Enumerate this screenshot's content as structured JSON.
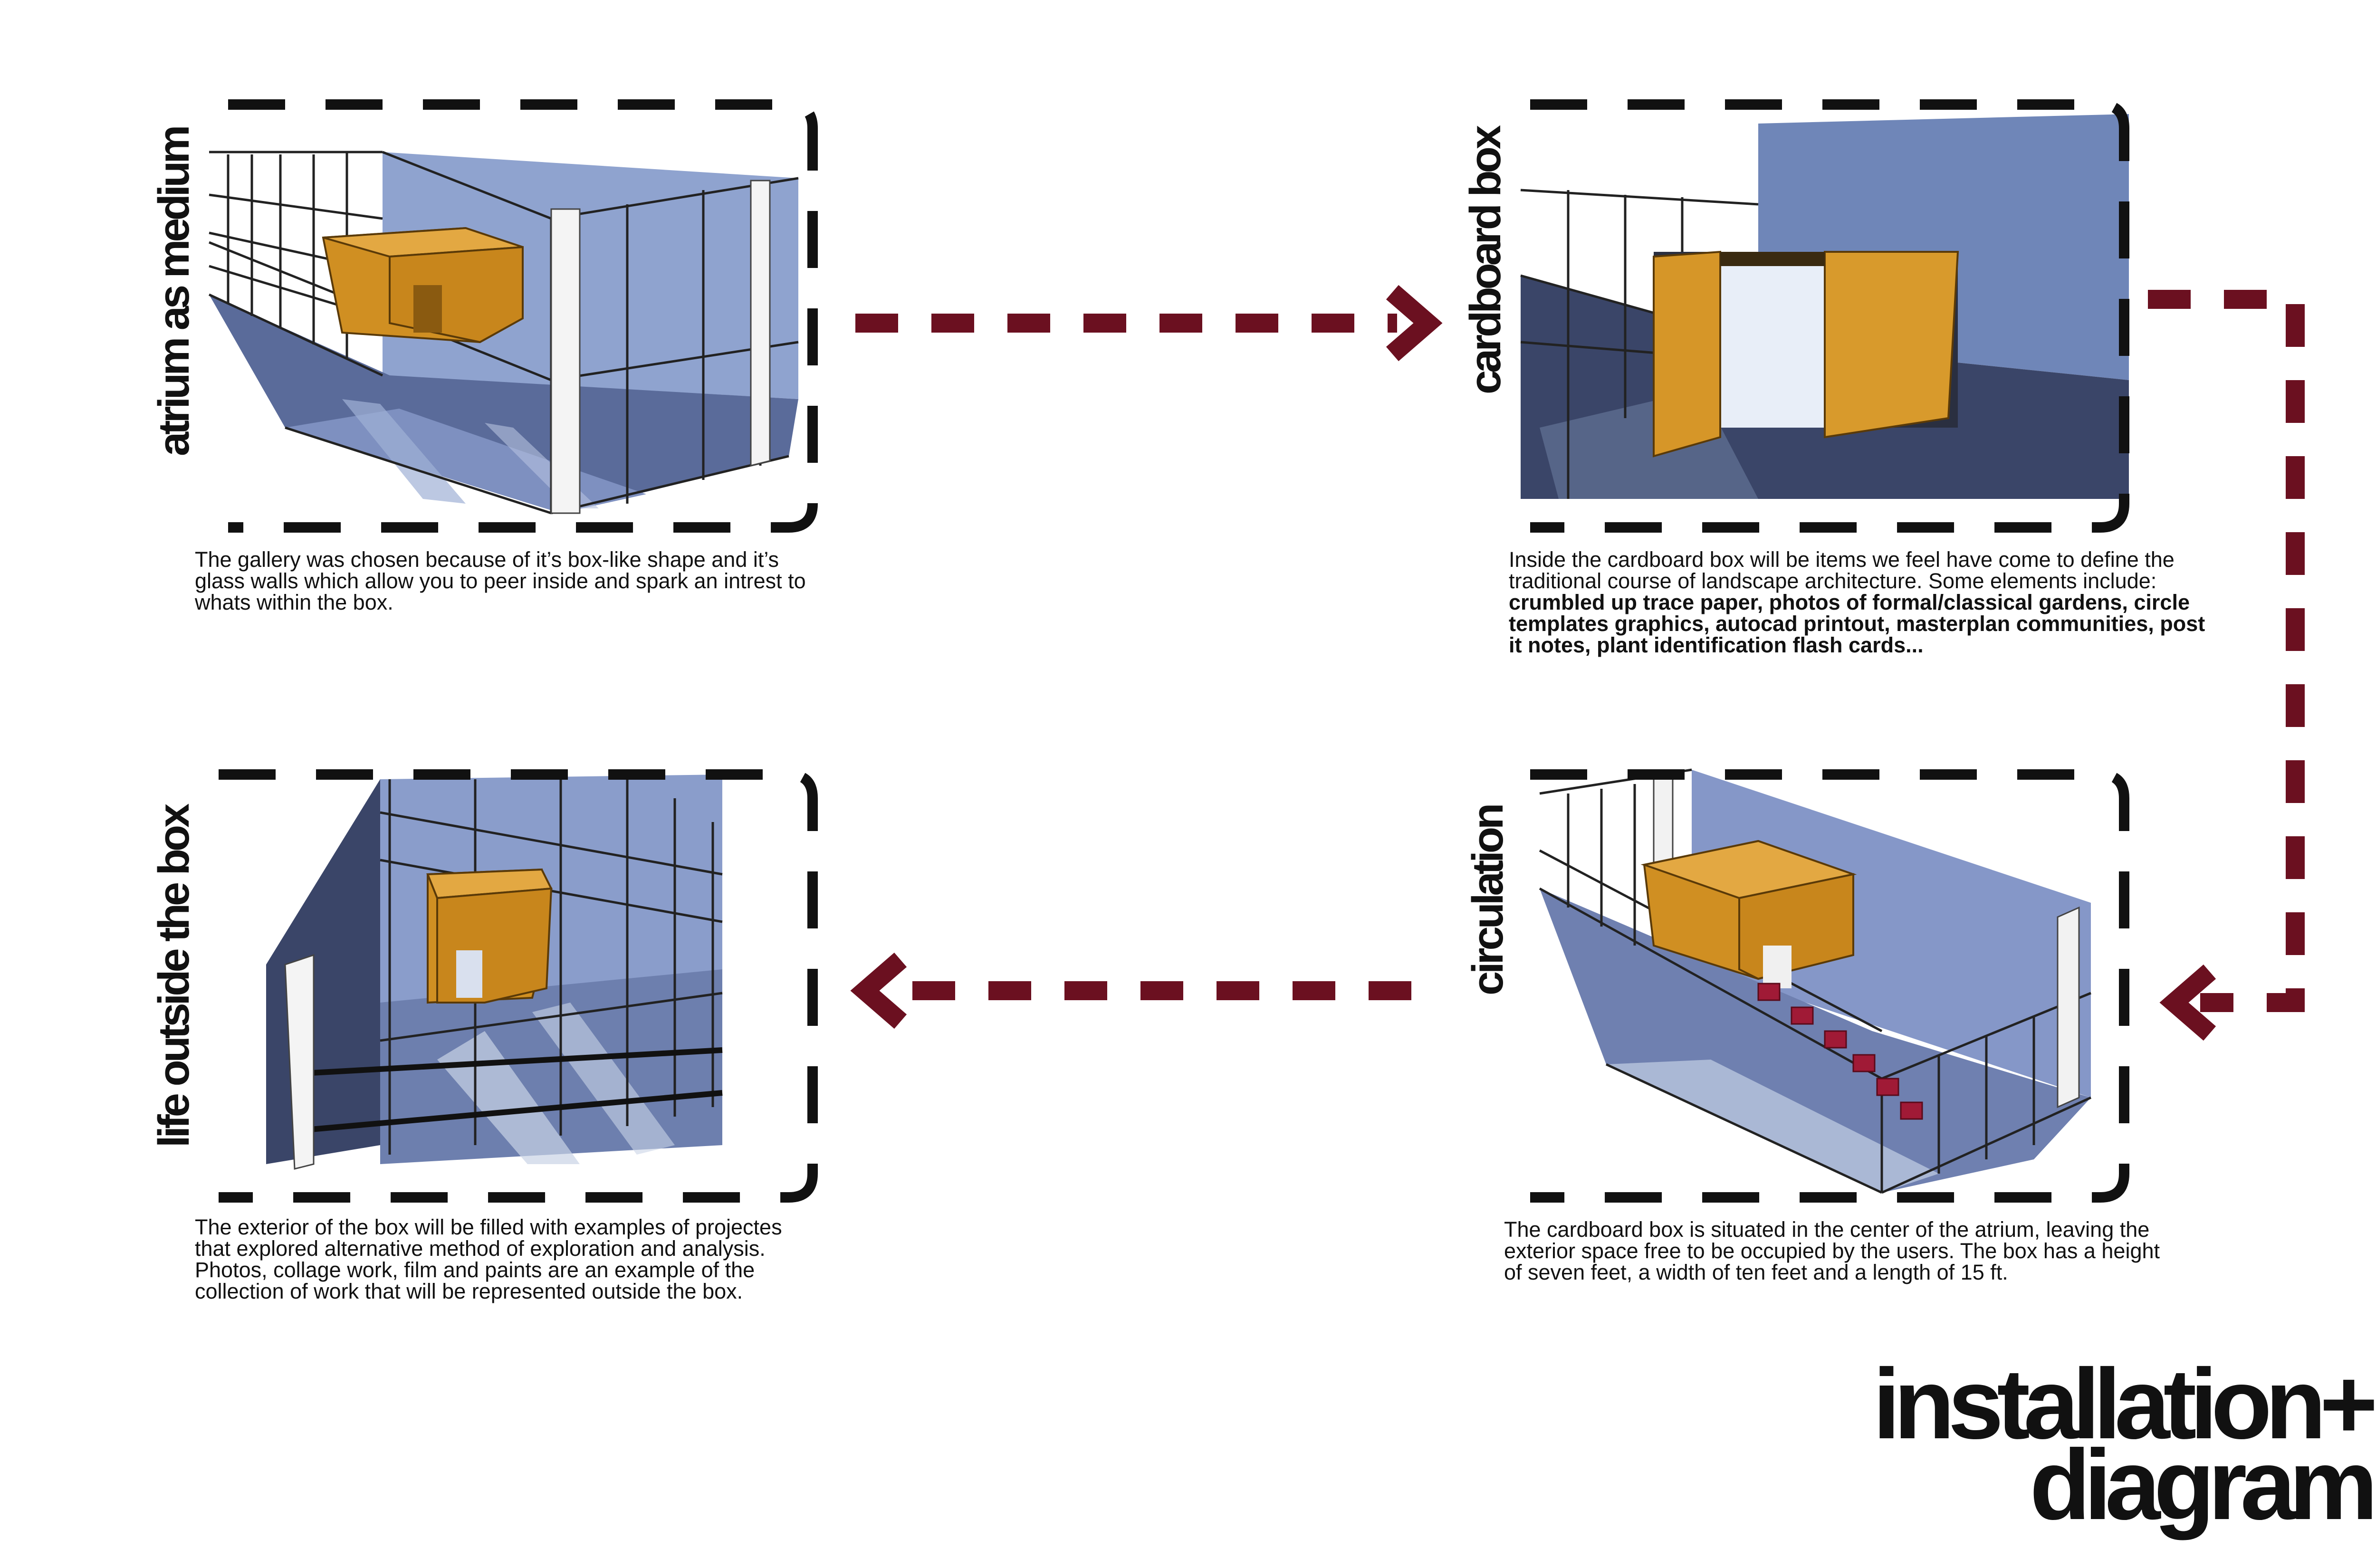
{
  "panels": {
    "atrium": {
      "title": "atrium as medium",
      "description": "The gallery was chosen because of it’s box-like shape and it’s glass walls which allow you to peer inside and spark an intrest to whats within the box."
    },
    "cardboard": {
      "title": "cardboard box",
      "description_plain": "Inside the cardboard box will be items we feel have come to define the traditional course of landscape architecture. Some elements include: ",
      "description_bold": "crumbled up trace paper, photos of formal/classical gardens, circle templates graphics, autocad printout, masterplan communities, post it notes, plant identification flash cards..."
    },
    "circulation": {
      "title": "circulation",
      "description": "The cardboard box is situated in the center of the atrium, leaving the exterior space free to be occupied by the users. The box has a height of seven feet, a width of ten feet and a length of 15 ft."
    },
    "outside": {
      "title": "life outside the box",
      "description": "The exterior of the box will be filled with examples of projectes that explored alternative method of exploration and analysis. Photos, collage work, film and paints are an example of the collection of work that will be represented outside the box."
    }
  },
  "main_title": {
    "line1": "installation+",
    "line2": "diagram"
  },
  "colors": {
    "arrow": "#6b1020",
    "wall_blue": "#8a9fcb",
    "floor_blue": "#6e7fae",
    "dark_floor": "#3a4568",
    "cardboard": "#d79a2a",
    "frame": "#111111"
  }
}
